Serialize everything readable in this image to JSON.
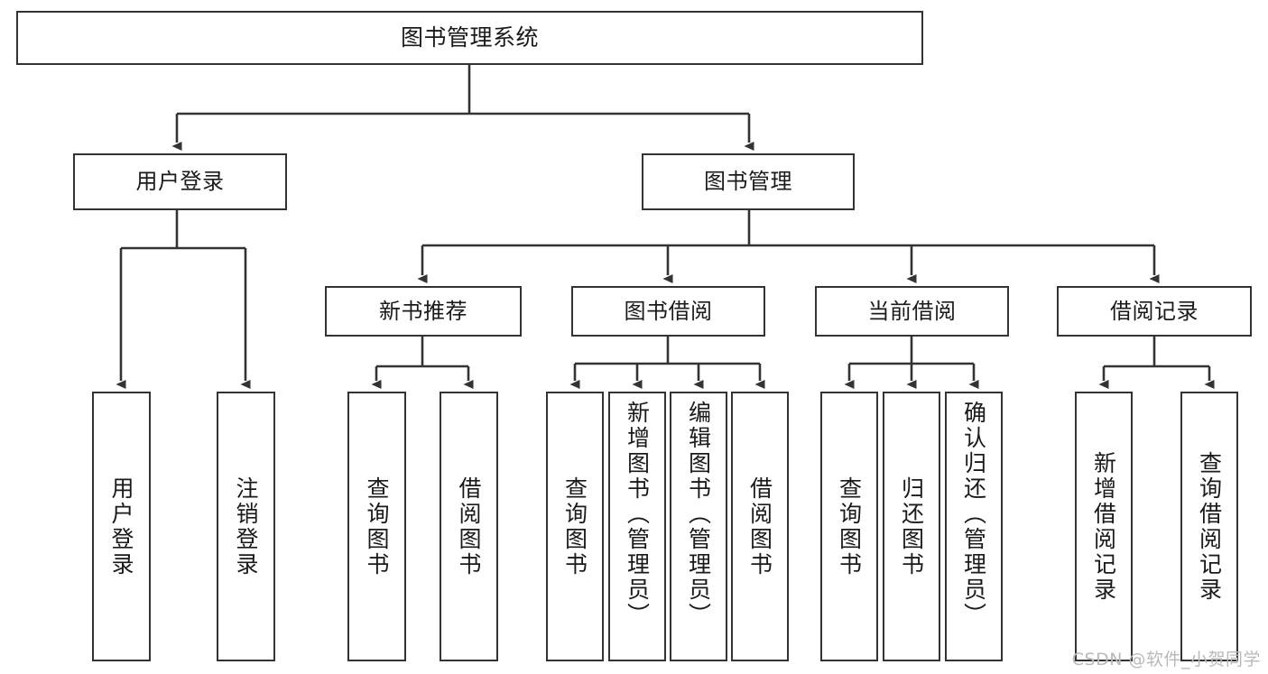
{
  "diagram": {
    "title": "图书管理系统",
    "type": "tree-hierarchy",
    "watermark": "CSDN @软件_小贺同学",
    "colors": {
      "background": "#ffffff",
      "box_border": "#333333",
      "box_fill": "#ffffff",
      "edge": "#333333",
      "text": "#1a1a1a",
      "watermark": "#b9b9b9"
    },
    "root": {
      "label": "图书管理系统"
    },
    "level1": [
      {
        "label": "用户登录"
      },
      {
        "label": "图书管理"
      }
    ],
    "level2": [
      {
        "label": "新书推荐"
      },
      {
        "label": "图书借阅"
      },
      {
        "label": "当前借阅"
      },
      {
        "label": "借阅记录"
      }
    ],
    "leaves": {
      "user_login": [
        {
          "label": "用户登录"
        },
        {
          "label": "注销登录"
        }
      ],
      "new_book_recommend": [
        {
          "label": "查询图书"
        },
        {
          "label": "借阅图书"
        }
      ],
      "book_borrow": [
        {
          "label": "查询图书"
        },
        {
          "label": "新增图书（管理员）"
        },
        {
          "label": "编辑图书（管理员）"
        },
        {
          "label": "借阅图书"
        }
      ],
      "current_borrow": [
        {
          "label": "查询图书"
        },
        {
          "label": "归还图书"
        },
        {
          "label": "确认归还（管理员）"
        }
      ],
      "borrow_record": [
        {
          "label": "新增借阅记录"
        },
        {
          "label": "查询借阅记录"
        }
      ]
    }
  }
}
